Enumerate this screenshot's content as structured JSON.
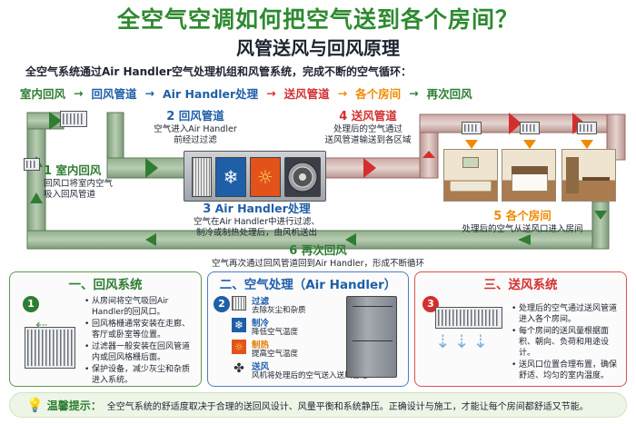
{
  "title": "全空气空调如何把空气送到各个房间？",
  "subtitle": "风管送风与回风原理",
  "intro": "全空气系统通过Air Handler空气处理机组和风管系统，完成不断的空气循环：",
  "flow": [
    {
      "label": "室内回风",
      "color": "#2e7d32"
    },
    {
      "label": "回风管道",
      "color": "#1f5fa8"
    },
    {
      "label": "Air Handler处理",
      "color": "#1f5fa8"
    },
    {
      "label": "送风管道",
      "color": "#d32f2f"
    },
    {
      "label": "各个房间",
      "color": "#f08a00"
    },
    {
      "label": "再次回风",
      "color": "#2e7d32"
    }
  ],
  "flow_arrow": "→",
  "steps": {
    "s1": {
      "num": "1",
      "title": "室内回风",
      "desc": "回风口将室内空气\n吸入回风管道"
    },
    "s2": {
      "num": "2",
      "title": "回风管道",
      "desc": "空气进入Air Handler\n前经过过滤"
    },
    "s3": {
      "num": "3",
      "title": "Air Handler处理",
      "desc": "空气在Air Handler中进行过滤、\n制冷或制热处理后，由风机送出"
    },
    "s4": {
      "num": "4",
      "title": "送风管道",
      "desc": "处理后的空气通过\n送风管道输送到各区域"
    },
    "s5": {
      "num": "5",
      "title": "各个房间",
      "desc": "处理后的空气从送风口进入房间"
    },
    "s6": {
      "num": "6",
      "title": "再次回风",
      "desc": "空气再次通过回风管道回到Air Handler，形成不断循环"
    }
  },
  "panels": {
    "return": {
      "title": "一、回风系统",
      "badge": "1",
      "items": [
        "从房间将空气吸回Air Handler的回风口。",
        "回风格栅通常安装在走廊、客厅或卧室等位置。",
        "过滤器一般安装在回风管道内或回风格栅后面。",
        "保护设备，减少灰尘和杂质进入系统。"
      ]
    },
    "process": {
      "title": "二、空气处理（Air Handler）",
      "badge": "2",
      "items": [
        {
          "name": "过滤",
          "desc": "去除灰尘和杂质",
          "icon": "filter-icon",
          "color": "#1f5fa8"
        },
        {
          "name": "制冷",
          "desc": "降低空气温度",
          "icon": "snowflake-icon",
          "color": "#1f5fa8"
        },
        {
          "name": "制热",
          "desc": "提高空气温度",
          "icon": "sun-icon",
          "color": "#e07b00"
        },
        {
          "name": "送风",
          "desc": "风机将处理后的空气送入送风管道",
          "icon": "fan-icon",
          "color": "#1f5fa8"
        }
      ]
    },
    "supply": {
      "title": "三、送风系统",
      "badge": "3",
      "items": [
        "处理后的空气通过送风管道进入各个房间。",
        "每个房间的送风量根据面积、朝向、负荷和用途设计。",
        "送风口位置合理布置，确保舒适、均匀的室内温度。"
      ]
    }
  },
  "tip": {
    "label": "温馨提示：",
    "text": "全空气系统的舒适度取决于合理的送回风设计、风量平衡和系统静压。正确设计与施工，才能让每个房间都舒适又节能。"
  },
  "colors": {
    "green": "#2e7d32",
    "blue": "#1f5fa8",
    "red": "#d32f2f",
    "orange": "#f08a00",
    "title_green": "#2e8a30"
  }
}
